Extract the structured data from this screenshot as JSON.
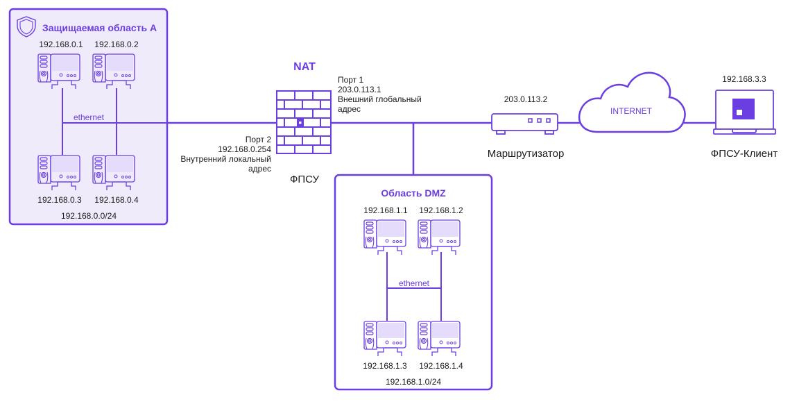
{
  "colors": {
    "accent": "#6a3ee0",
    "zone_fill": "#efebfb",
    "text": "#1a1a1a"
  },
  "zone_a": {
    "title": "Защищаемая область А",
    "icon": "shield-icon",
    "subnet": "192.168.0.0/24",
    "bus_label": "ethernet",
    "hosts": [
      {
        "ip": "192.168.0.1",
        "icon": "desktop-computer-icon"
      },
      {
        "ip": "192.168.0.2",
        "icon": "desktop-computer-icon"
      },
      {
        "ip": "192.168.0.3",
        "icon": "desktop-computer-icon"
      },
      {
        "ip": "192.168.0.4",
        "icon": "desktop-computer-icon"
      }
    ]
  },
  "fpsu": {
    "nat_label": "NAT",
    "name": "ФПСУ",
    "icon": "firewall-icon",
    "port1": {
      "name": "Порт 1",
      "ip": "203.0.113.1",
      "desc_line1": "Внешний глобальный",
      "desc_line2": "адрес"
    },
    "port2": {
      "name": "Порт 2",
      "ip": "192.168.0.254",
      "desc_line1": "Внутренний локальный",
      "desc_line2": "адрес"
    }
  },
  "dmz": {
    "title": "Область DMZ",
    "subnet": "192.168.1.0/24",
    "bus_label": "ethernet",
    "hosts": [
      {
        "ip": "192.168.1.1",
        "icon": "desktop-computer-icon"
      },
      {
        "ip": "192.168.1.2",
        "icon": "desktop-computer-icon"
      },
      {
        "ip": "192.168.1.3",
        "icon": "desktop-computer-icon"
      },
      {
        "ip": "192.168.1.4",
        "icon": "desktop-computer-icon"
      }
    ]
  },
  "router": {
    "name": "Маршрутизатор",
    "ip": "203.0.113.2",
    "icon": "router-icon"
  },
  "internet": {
    "label": "INTERNET",
    "icon": "cloud-icon"
  },
  "client": {
    "name": "ФПСУ-Клиент",
    "ip": "192.168.3.3",
    "icon": "laptop-icon"
  }
}
